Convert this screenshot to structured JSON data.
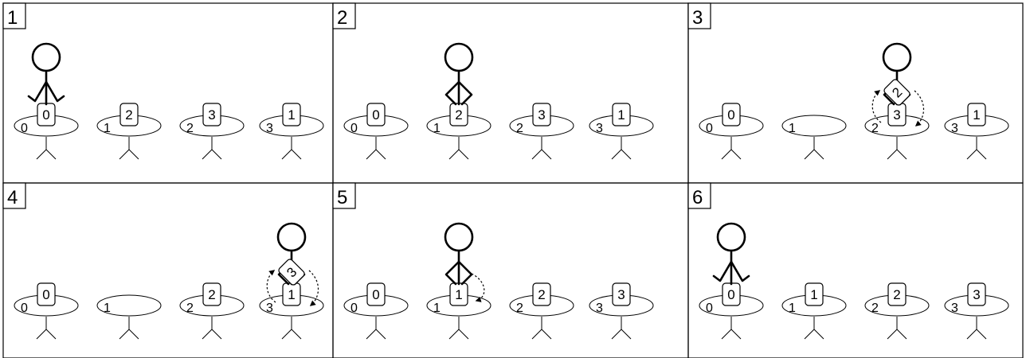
{
  "colors": {
    "stroke": "#000000",
    "background": "#ffffff"
  },
  "icons": [
    "stick-figure-icon",
    "table-icon",
    "card-icon",
    "dotted-swap-arrow-icon"
  ],
  "panels": [
    {
      "label": "1",
      "person": {
        "at_table": 0,
        "pose": "arms-down"
      },
      "tables": [
        {
          "label": "0",
          "card": "0"
        },
        {
          "label": "1",
          "card": "2"
        },
        {
          "label": "2",
          "card": "3"
        },
        {
          "label": "3",
          "card": "1"
        }
      ]
    },
    {
      "label": "2",
      "person": {
        "at_table": 1,
        "pose": "holding"
      },
      "tables": [
        {
          "label": "0",
          "card": "0"
        },
        {
          "label": "1",
          "card": "2"
        },
        {
          "label": "2",
          "card": "3"
        },
        {
          "label": "3",
          "card": "1"
        }
      ]
    },
    {
      "label": "3",
      "person": {
        "at_table": 2,
        "pose": "holding",
        "held_card": "2",
        "swap_arrows": true
      },
      "tables": [
        {
          "label": "0",
          "card": "0"
        },
        {
          "label": "1",
          "card": ""
        },
        {
          "label": "2",
          "card": "3"
        },
        {
          "label": "3",
          "card": "1"
        }
      ]
    },
    {
      "label": "4",
      "person": {
        "at_table": 3,
        "pose": "holding",
        "held_card": "3",
        "swap_arrows": true
      },
      "tables": [
        {
          "label": "0",
          "card": "0"
        },
        {
          "label": "1",
          "card": ""
        },
        {
          "label": "2",
          "card": "2"
        },
        {
          "label": "3",
          "card": "1"
        }
      ]
    },
    {
      "label": "5",
      "person": {
        "at_table": 1,
        "pose": "holding",
        "place_arrow": true
      },
      "tables": [
        {
          "label": "0",
          "card": "0"
        },
        {
          "label": "1",
          "card": "1"
        },
        {
          "label": "2",
          "card": "2"
        },
        {
          "label": "3",
          "card": "3"
        }
      ]
    },
    {
      "label": "6",
      "person": {
        "at_table": 0,
        "pose": "arms-down"
      },
      "tables": [
        {
          "label": "0",
          "card": "0"
        },
        {
          "label": "1",
          "card": "1"
        },
        {
          "label": "2",
          "card": "2"
        },
        {
          "label": "3",
          "card": "3"
        }
      ]
    }
  ]
}
